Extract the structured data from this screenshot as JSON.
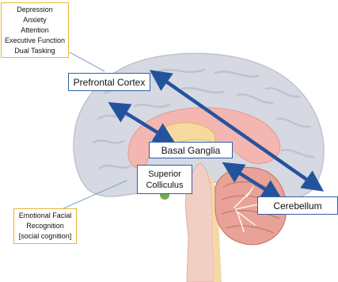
{
  "colors": {
    "label_border_blue": "#2f5fa8",
    "label_border_gold": "#e8b830",
    "arrow": "#24539e",
    "connector_line": "#7aa0c8",
    "cortex": "#d6d8e2",
    "cortex_gyri": "#c0c3cf",
    "inner_region": "#f4b6b0",
    "striatum": "#f7d9a0",
    "brainstem": "#f2cfc4",
    "cerebellum": "#e8a297"
  },
  "labels": {
    "functions": [
      "Depression",
      "Anxiety",
      "Attention",
      "Executive Function",
      "Dual Tasking"
    ],
    "prefrontal_cortex": "Prefrontal Cortex",
    "basal_ganglia": "Basal Ganglia",
    "superior_colliculus": [
      "Superior",
      "Colliculus"
    ],
    "cerebellum": "Cerebellum",
    "social": [
      "Emotional Facial",
      "Recognition",
      "[social cognition]"
    ]
  }
}
